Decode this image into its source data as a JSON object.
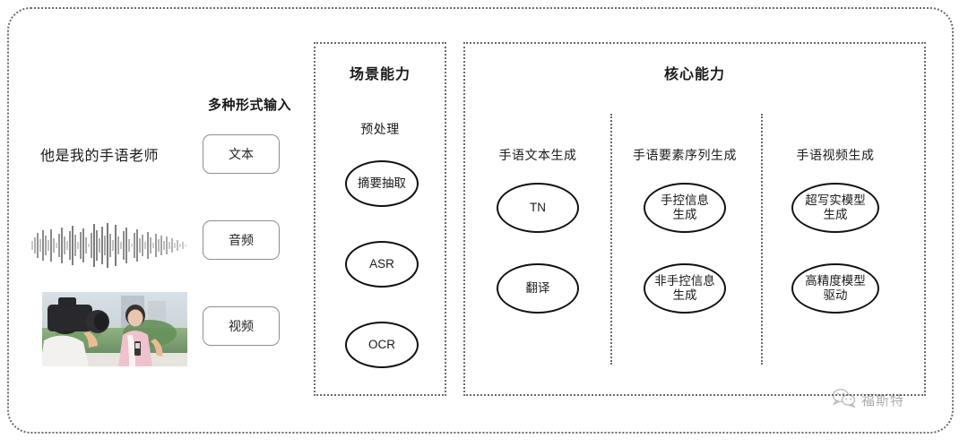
{
  "diagram": {
    "title_visible": false,
    "colors": {
      "frame_border": "#6b6b6b",
      "oval_border": "#111111",
      "pill_border": "#8e8e93",
      "text": "#1a1a1a"
    }
  },
  "input_section": {
    "heading": "多种形式输入",
    "sample_text": "他是我的手语老师",
    "modalities": [
      {
        "label": "文本",
        "media": "text-sample"
      },
      {
        "label": "音频",
        "media": "audio-waveform"
      },
      {
        "label": "视频",
        "media": "video-thumbnail"
      }
    ]
  },
  "scene_panel": {
    "title": "场景能力",
    "groups": [
      {
        "label": "预处理",
        "nodes": [
          "摘要抽取",
          "ASR",
          "OCR"
        ]
      }
    ]
  },
  "core_panel": {
    "title": "核心能力",
    "groups": [
      {
        "label": "手语文本生成",
        "nodes": [
          "TN",
          "翻译"
        ]
      },
      {
        "label": "手语要素序列生成",
        "nodes": [
          "手控信息\n生成",
          "非手控信息\n生成"
        ]
      },
      {
        "label": "手语视频生成",
        "nodes": [
          "超写实模型\n生成",
          "高精度模型\n驱动"
        ]
      }
    ]
  },
  "watermark": {
    "label": "福斯特",
    "icon": "wechat-bubble-icon"
  }
}
